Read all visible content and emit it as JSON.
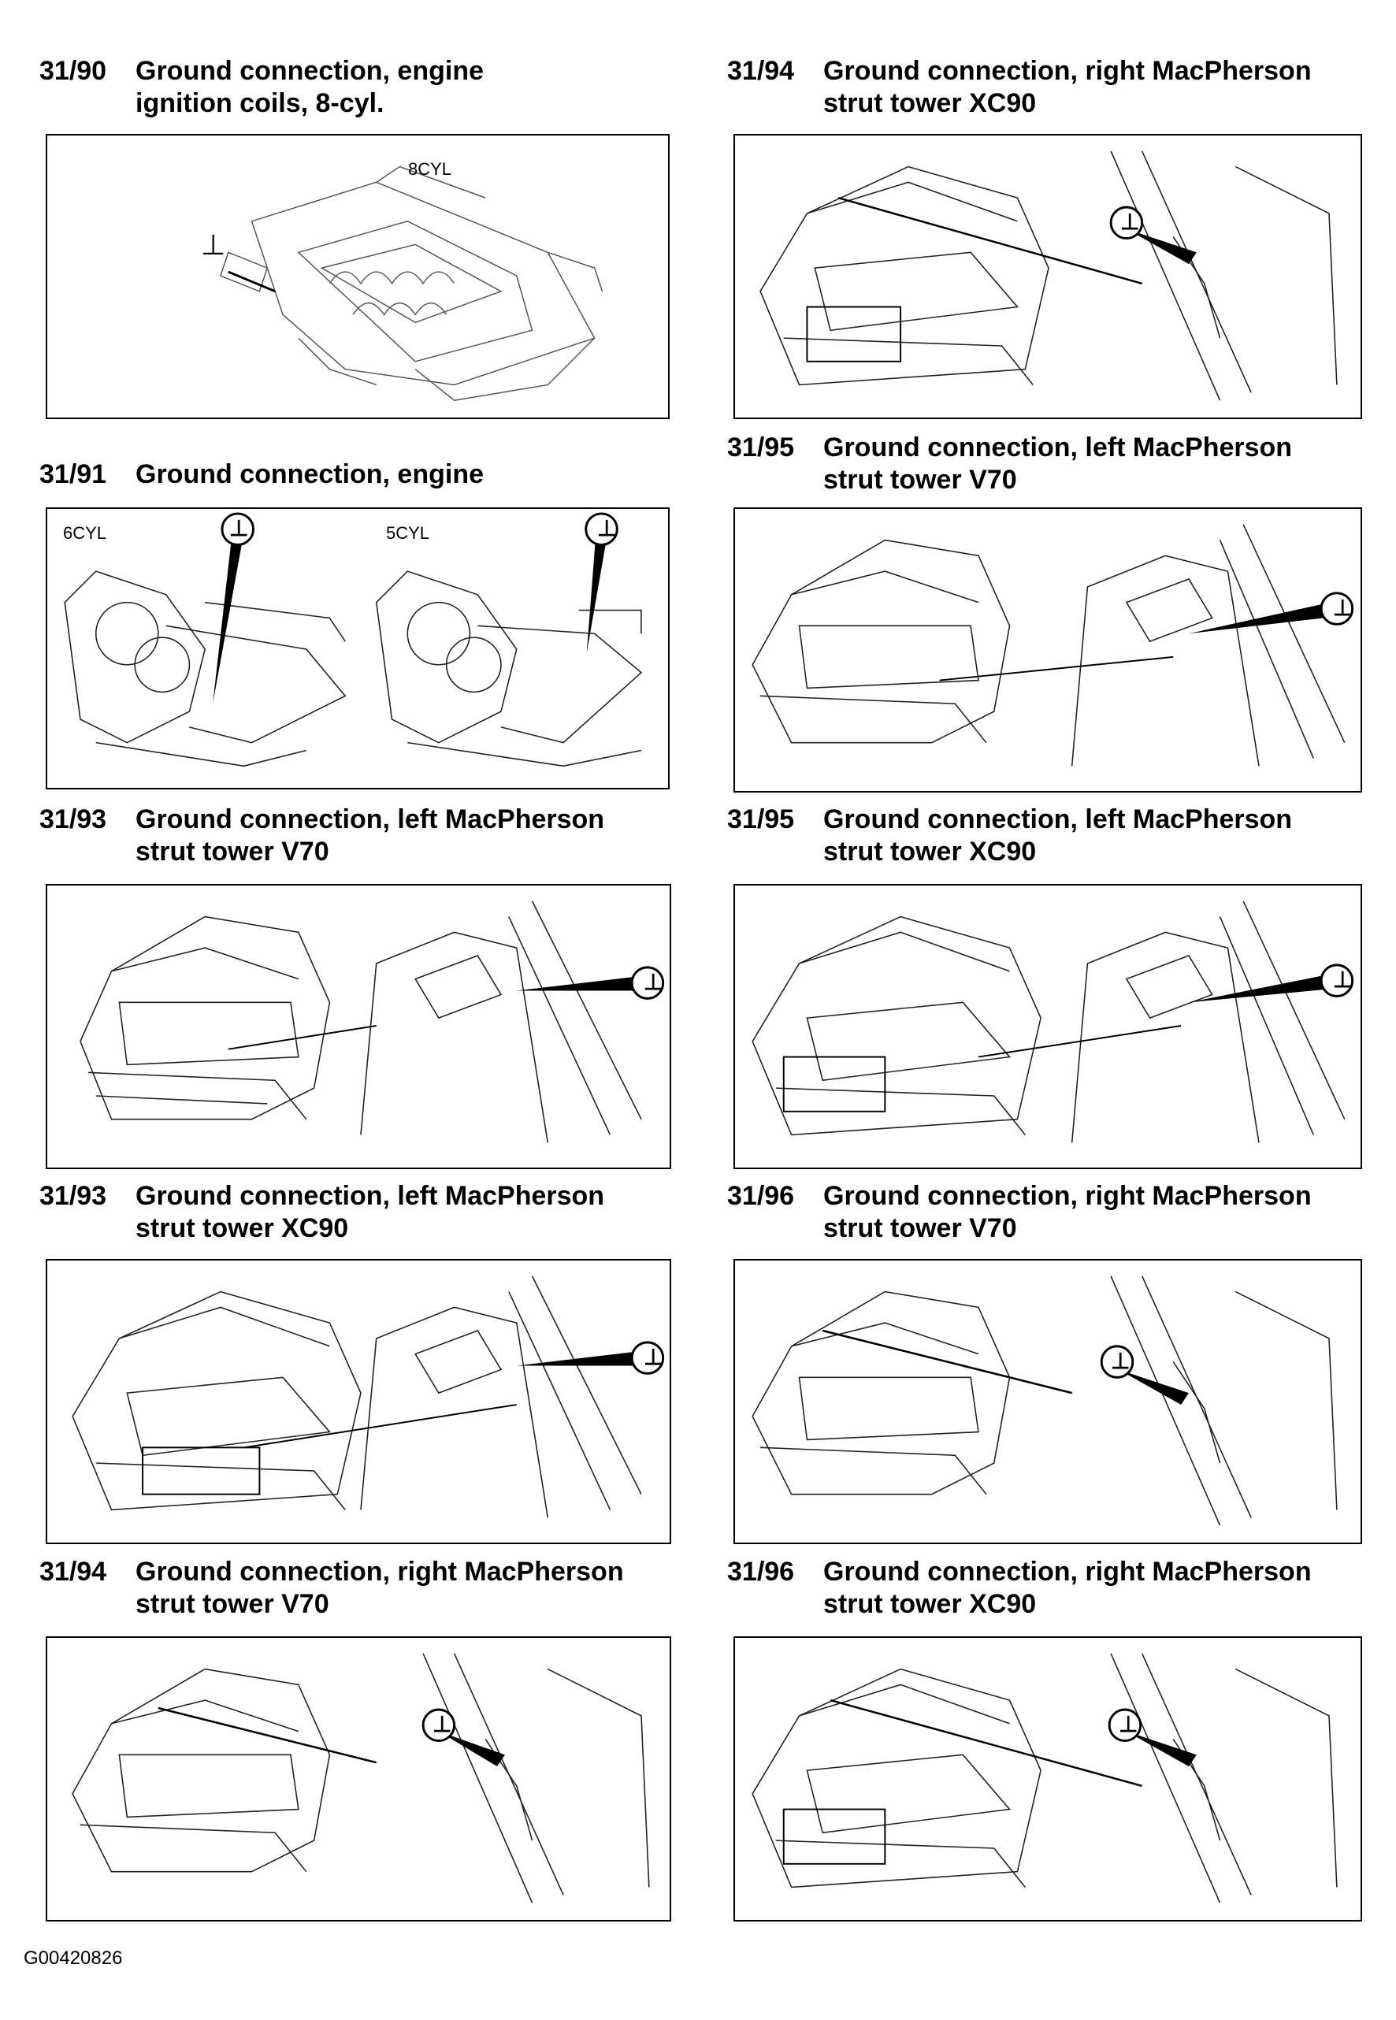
{
  "diagrams": [
    {
      "code": "31/90",
      "title": "Ground connection, engine ignition coils, 8-cyl.",
      "labels": [
        "8CYL"
      ]
    },
    {
      "code": "31/91",
      "title": "Ground connection, engine",
      "labels": [
        "6CYL",
        "5CYL"
      ]
    },
    {
      "code": "31/93",
      "title": "Ground connection, left MacPherson strut tower V70",
      "labels": []
    },
    {
      "code": "31/93",
      "title": "Ground connection, left MacPherson strut tower XC90",
      "labels": []
    },
    {
      "code": "31/94",
      "title": "Ground connection, right MacPherson strut tower V70",
      "labels": []
    },
    {
      "code": "31/94",
      "title": "Ground connection, right MacPherson strut tower XC90",
      "labels": []
    },
    {
      "code": "31/95",
      "title": "Ground connection, left MacPherson strut tower V70",
      "labels": []
    },
    {
      "code": "31/95",
      "title": "Ground connection, left MacPherson strut tower XC90",
      "labels": []
    },
    {
      "code": "31/96",
      "title": "Ground connection, right MacPherson strut tower V70",
      "labels": []
    },
    {
      "code": "31/96",
      "title": "Ground connection, right MacPherson strut tower XC90",
      "labels": []
    }
  ],
  "ground_symbol": "⊥",
  "footer_code": "G00420826"
}
